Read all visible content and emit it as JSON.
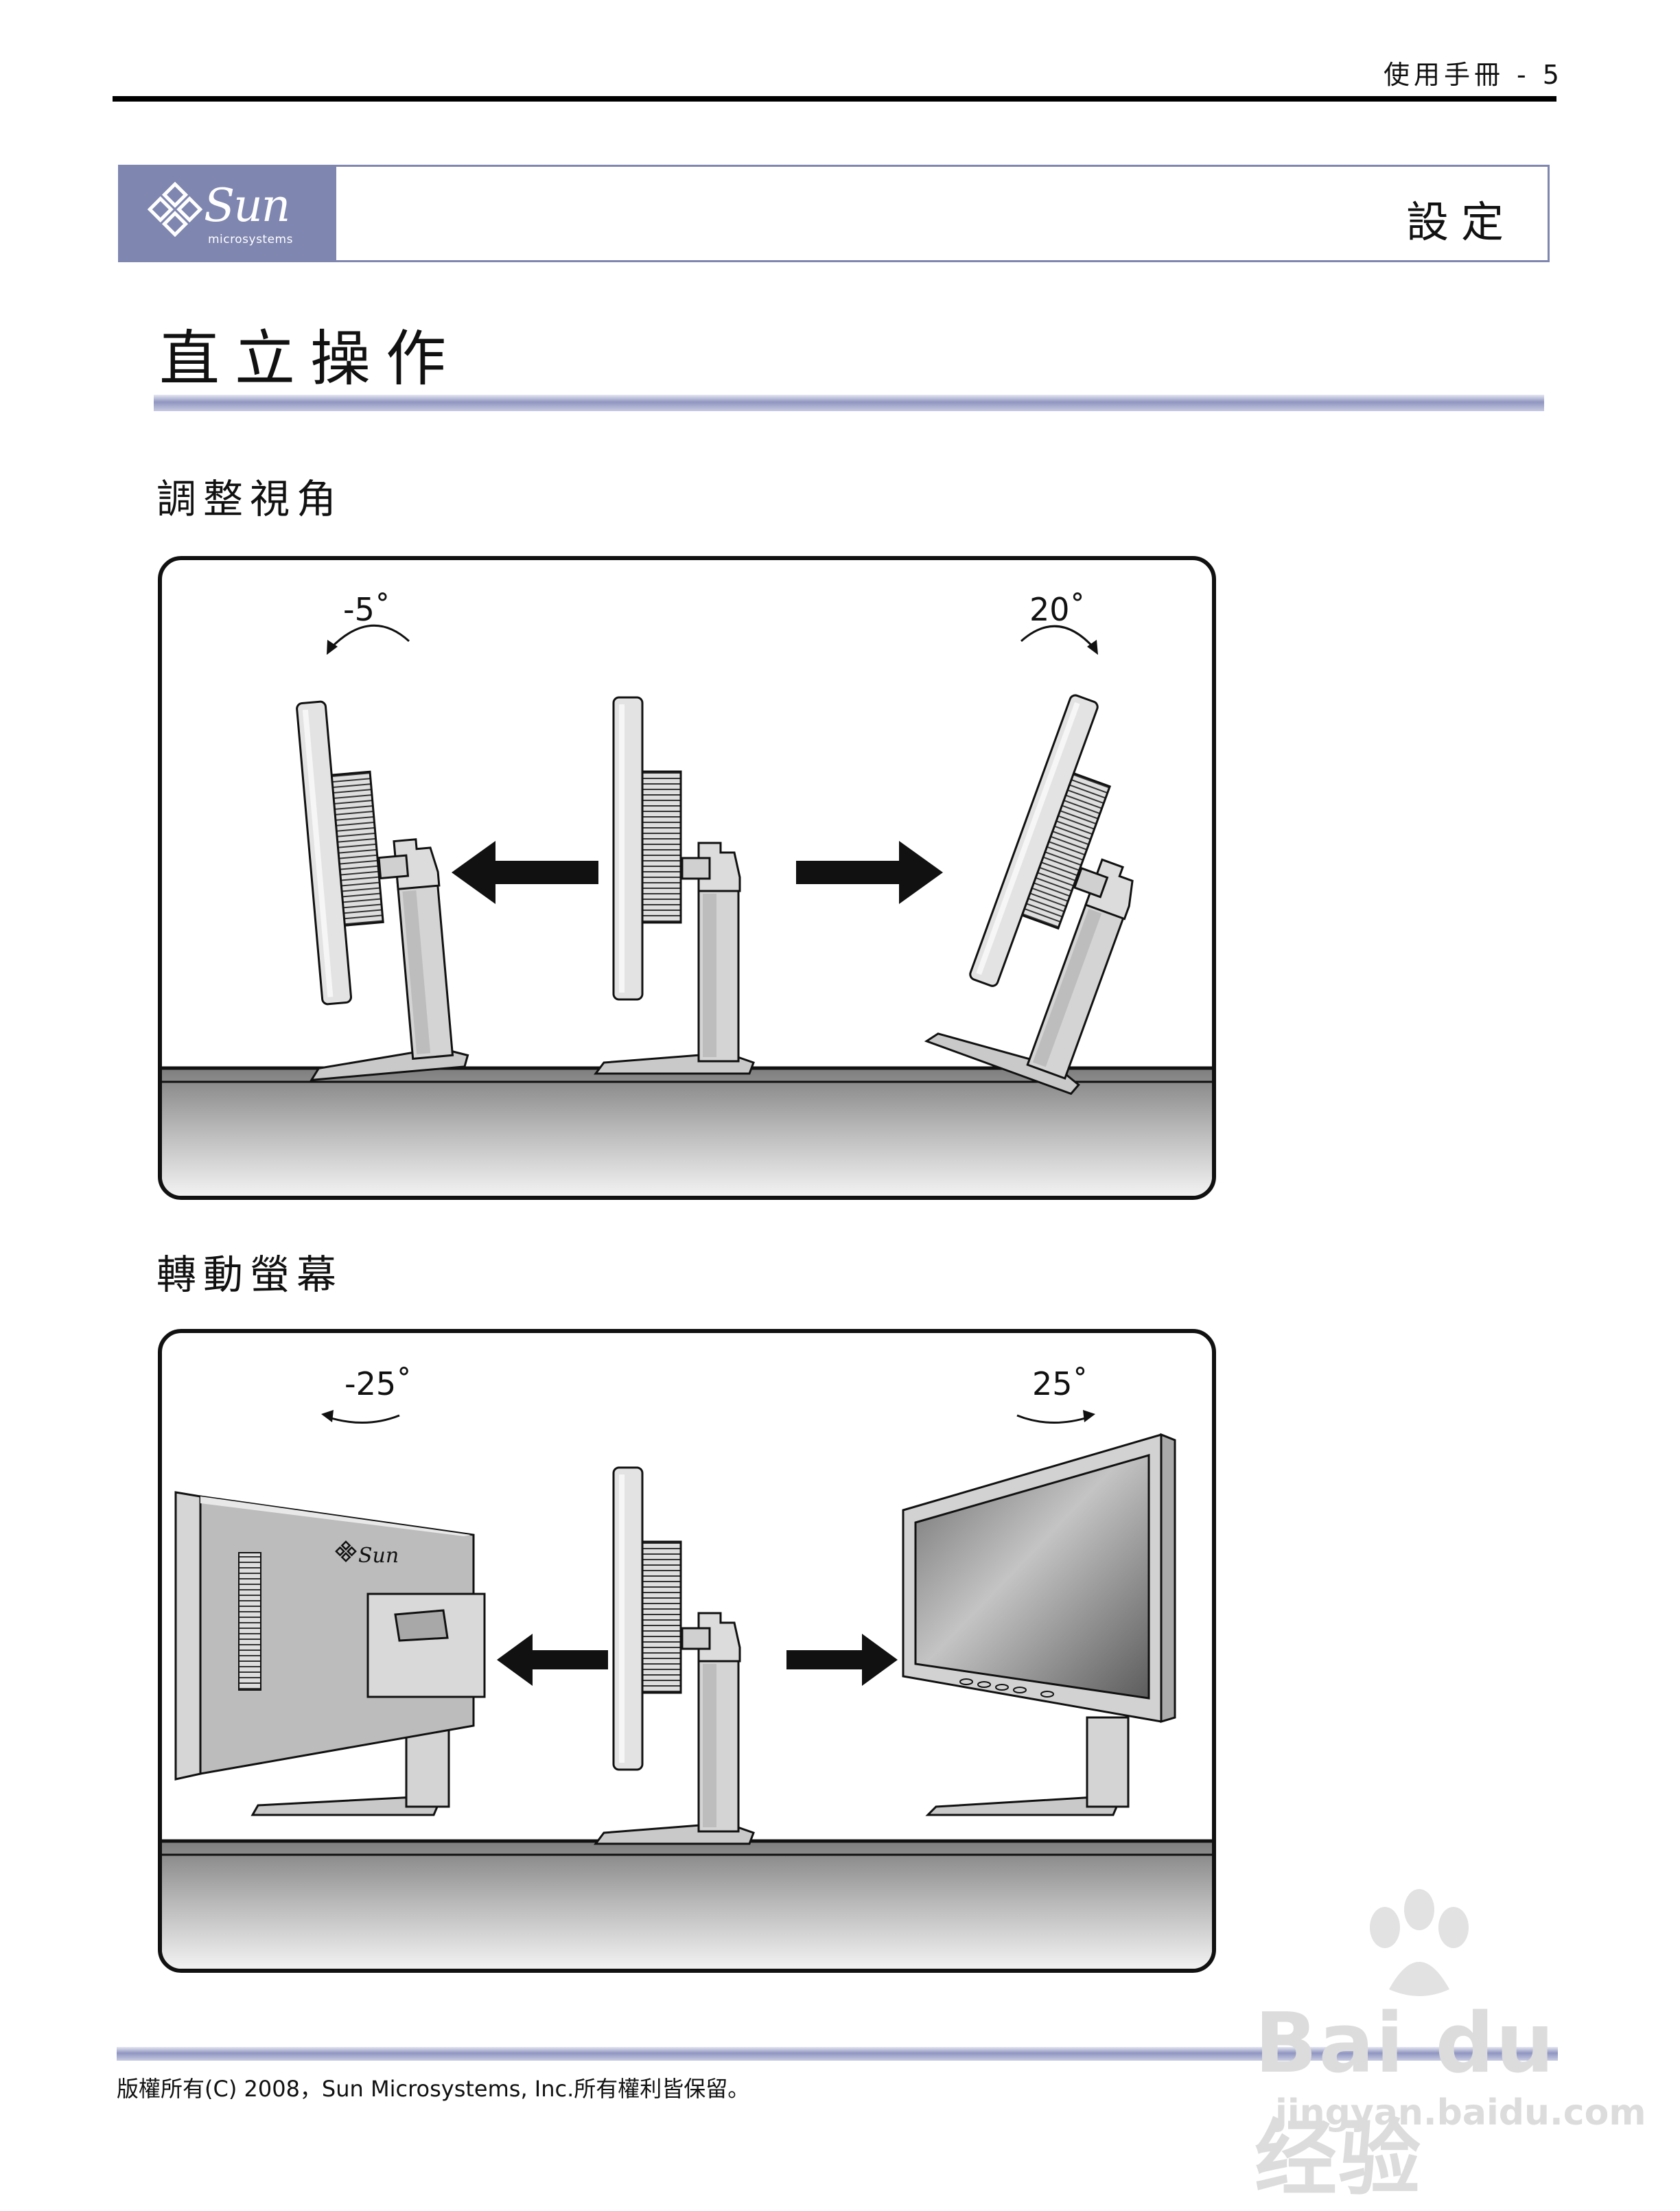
{
  "header": {
    "running_title": "使用手冊 - 5"
  },
  "section": {
    "brand": "Sun",
    "brand_sub": "microsystems",
    "title": "設定"
  },
  "main": {
    "heading": "直立操作"
  },
  "figures": {
    "tilt": {
      "heading": "調整視角",
      "left_angle": "-5˚",
      "right_angle": "20˚"
    },
    "swivel": {
      "heading": "轉動螢幕",
      "left_angle": "-25˚",
      "right_angle": "25˚",
      "monitor_brand": "Sun"
    }
  },
  "footer": {
    "copyright": "版權所有(C) 2008，Sun Microsystems, Inc.所有權利皆保留。"
  },
  "watermark": {
    "main": "Bai du 经验",
    "sub": "jingyan.baidu.com"
  }
}
